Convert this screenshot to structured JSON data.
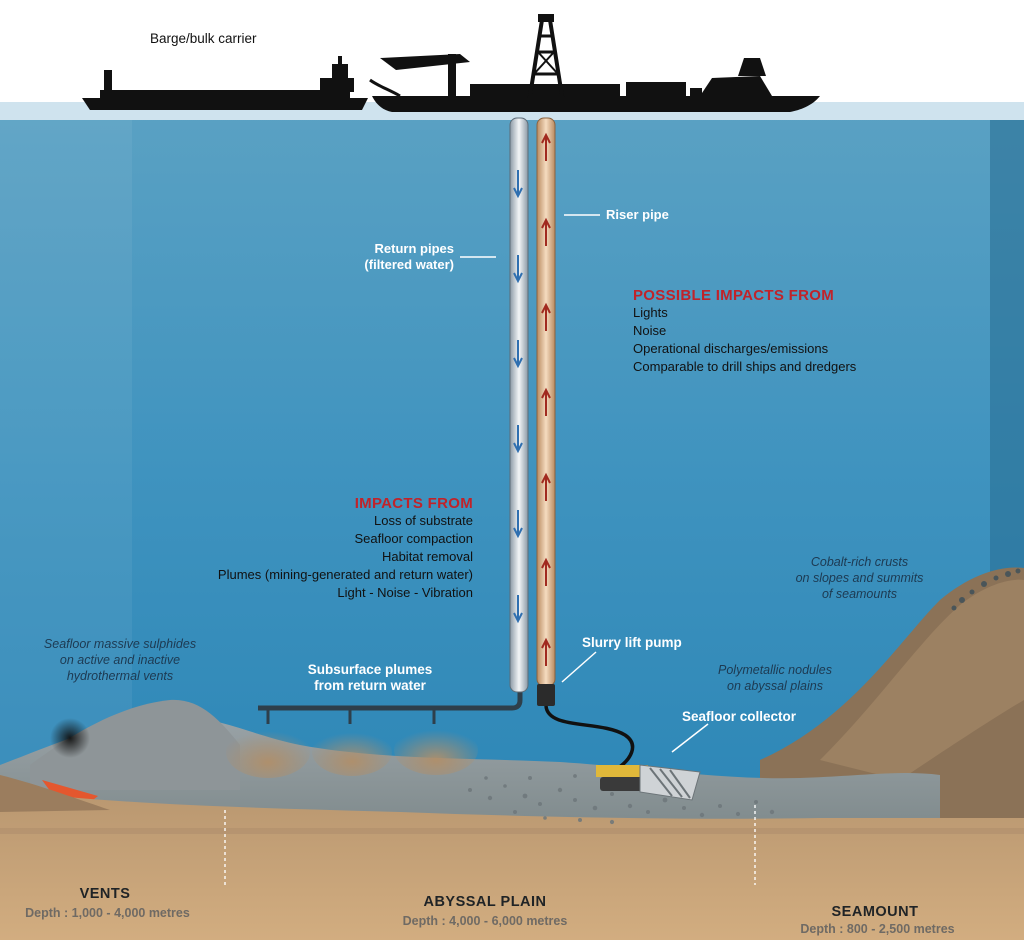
{
  "labels": {
    "barge": "Barge/bulk carrier",
    "riser_pipe": "Riser pipe",
    "return_pipes": [
      "Return pipes",
      "(filtered water)"
    ],
    "slurry_pump": "Slurry lift pump",
    "subsurface_plumes": [
      "Subsurface plumes",
      "from return water"
    ],
    "seafloor_collector": "Seafloor collector",
    "massive_sulphides": [
      "Seafloor massive sulphides",
      "on active and inactive",
      "hydrothermal vents"
    ],
    "polymetallic_nodules": [
      "Polymetallic nodules",
      "on abyssal plains"
    ],
    "cobalt_crusts": [
      "Cobalt-rich crusts",
      "on slopes and summits",
      "of seamounts"
    ]
  },
  "possible_impacts": {
    "heading": "POSSIBLE IMPACTS FROM",
    "items": [
      "Lights",
      "Noise",
      "Operational discharges/emissions",
      "Comparable to drill ships and dredgers"
    ]
  },
  "impacts": {
    "heading": "IMPACTS FROM",
    "items": [
      "Loss of substrate",
      "Seafloor compaction",
      "Habitat removal",
      "Plumes (mining-generated and return water)",
      "Light - Noise - Vibration"
    ]
  },
  "zones": [
    {
      "name": "VENTS",
      "depth": "Depth : 1,000 - 4,000 metres"
    },
    {
      "name": "ABYSSAL PLAIN",
      "depth": "Depth : 4,000 - 6,000 metres"
    },
    {
      "name": "SEAMOUNT",
      "depth": "Depth : 800 - 2,500 metres"
    }
  ],
  "colors": {
    "sky": "#ffffff",
    "water_top": "#4c95ba",
    "water_bottom": "#2f86b8",
    "sediment": "#c9a37a",
    "seafloor_grey": "#8b9297",
    "return_arrow": "#2f6fb0",
    "riser_arrow": "#a12a1f",
    "heading_red": "#c0232a"
  }
}
